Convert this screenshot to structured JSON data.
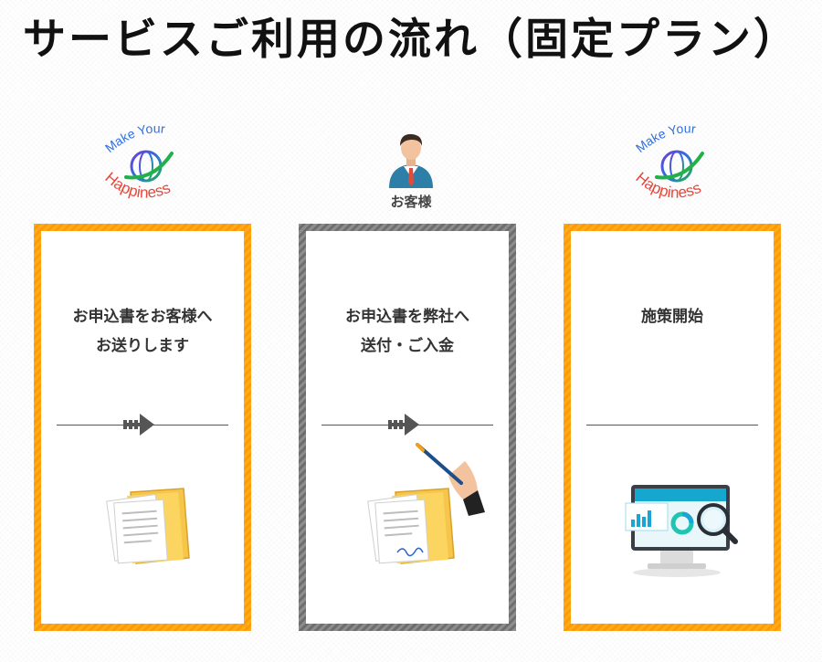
{
  "title": "サービスご利用の流れ（固定プラン）",
  "logo": {
    "line1": "Make Your",
    "line2": "Happiness"
  },
  "customer": {
    "label": "お客様"
  },
  "cards": [
    {
      "text": "お申込書をお客様へ\nお送りします",
      "illustration": "documents-icon"
    },
    {
      "text": "お申込書を弊社へ\n送付・ご入金",
      "illustration": "signing-documents-icon"
    },
    {
      "text": "施策開始",
      "illustration": "analytics-monitor-icon"
    }
  ],
  "colors": {
    "orange_border": "#ff9a00",
    "gray_border": "#777777",
    "text": "#333333"
  }
}
